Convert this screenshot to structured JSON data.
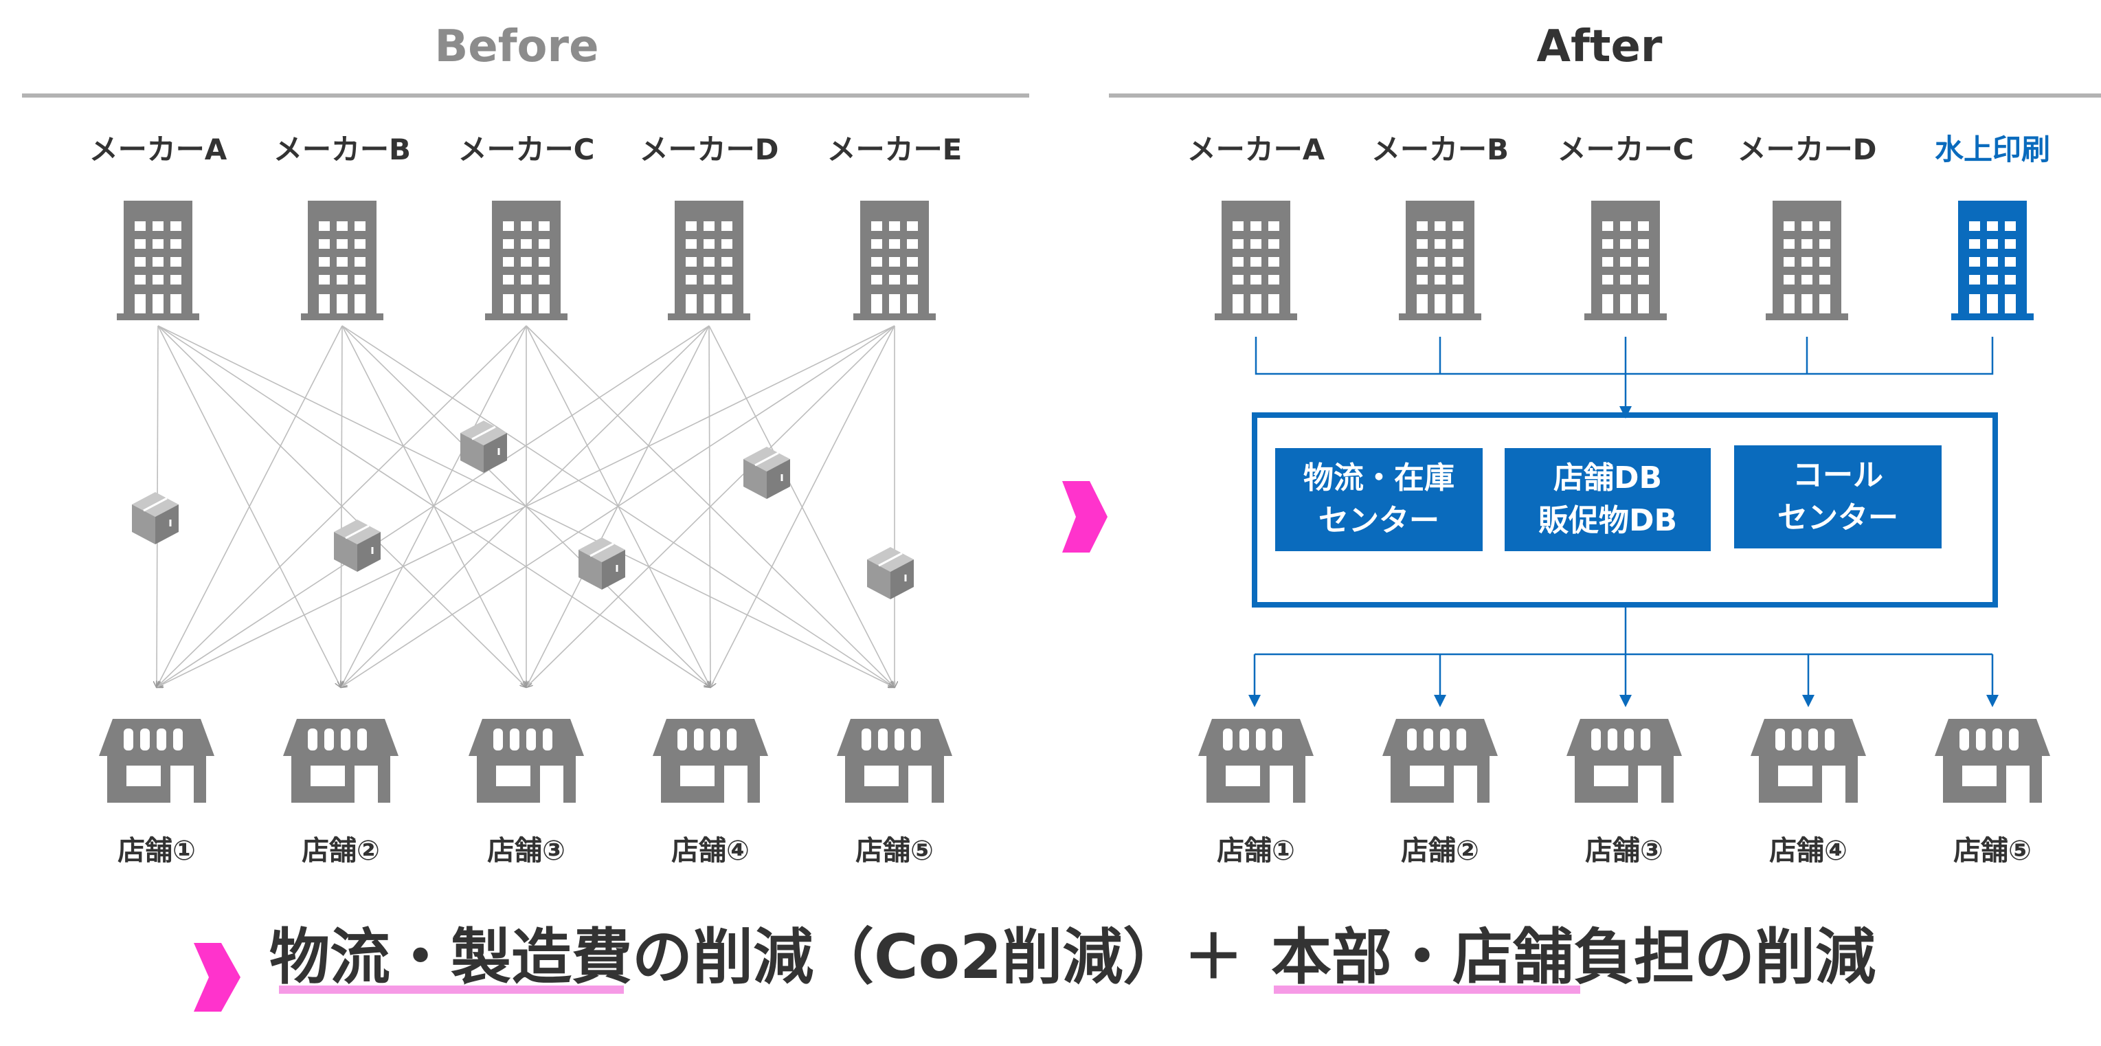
{
  "before": {
    "title": "Before",
    "makers": [
      "メーカーA",
      "メーカーB",
      "メーカーC",
      "メーカーD",
      "メーカーE"
    ],
    "stores": [
      "店舗①",
      "店舗②",
      "店舗③",
      "店舗④",
      "店舗⑤"
    ]
  },
  "after": {
    "title": "After",
    "makers": [
      "メーカーA",
      "メーカーB",
      "メーカーC",
      "メーカーD",
      "水上印刷"
    ],
    "services": [
      {
        "line1": "物流・在庫",
        "line2": "センター"
      },
      {
        "line1": "店舗DB",
        "line2": "販促物DB"
      },
      {
        "line1": "コール",
        "line2": "センター"
      }
    ],
    "stores": [
      "店舗①",
      "店舗②",
      "店舗③",
      "店舗④",
      "店舗⑤"
    ]
  },
  "summary": {
    "part1": "物流・製造費の削減（Co2削減）＋",
    "part2": "本部・店舗負担の削減"
  },
  "colors": {
    "icon_gray": "#808080",
    "accent_blue": "#0a6bbd",
    "arrow_pink": "#ff33cc",
    "underline_pink": "#f69ae6",
    "divider": "#b3b3b3"
  },
  "icons": {
    "maker": "office-building-icon",
    "highlight_maker": "office-building-icon",
    "package": "package-box-icon",
    "store": "storefront-icon",
    "arrow": "chevron-arrow-icon"
  }
}
